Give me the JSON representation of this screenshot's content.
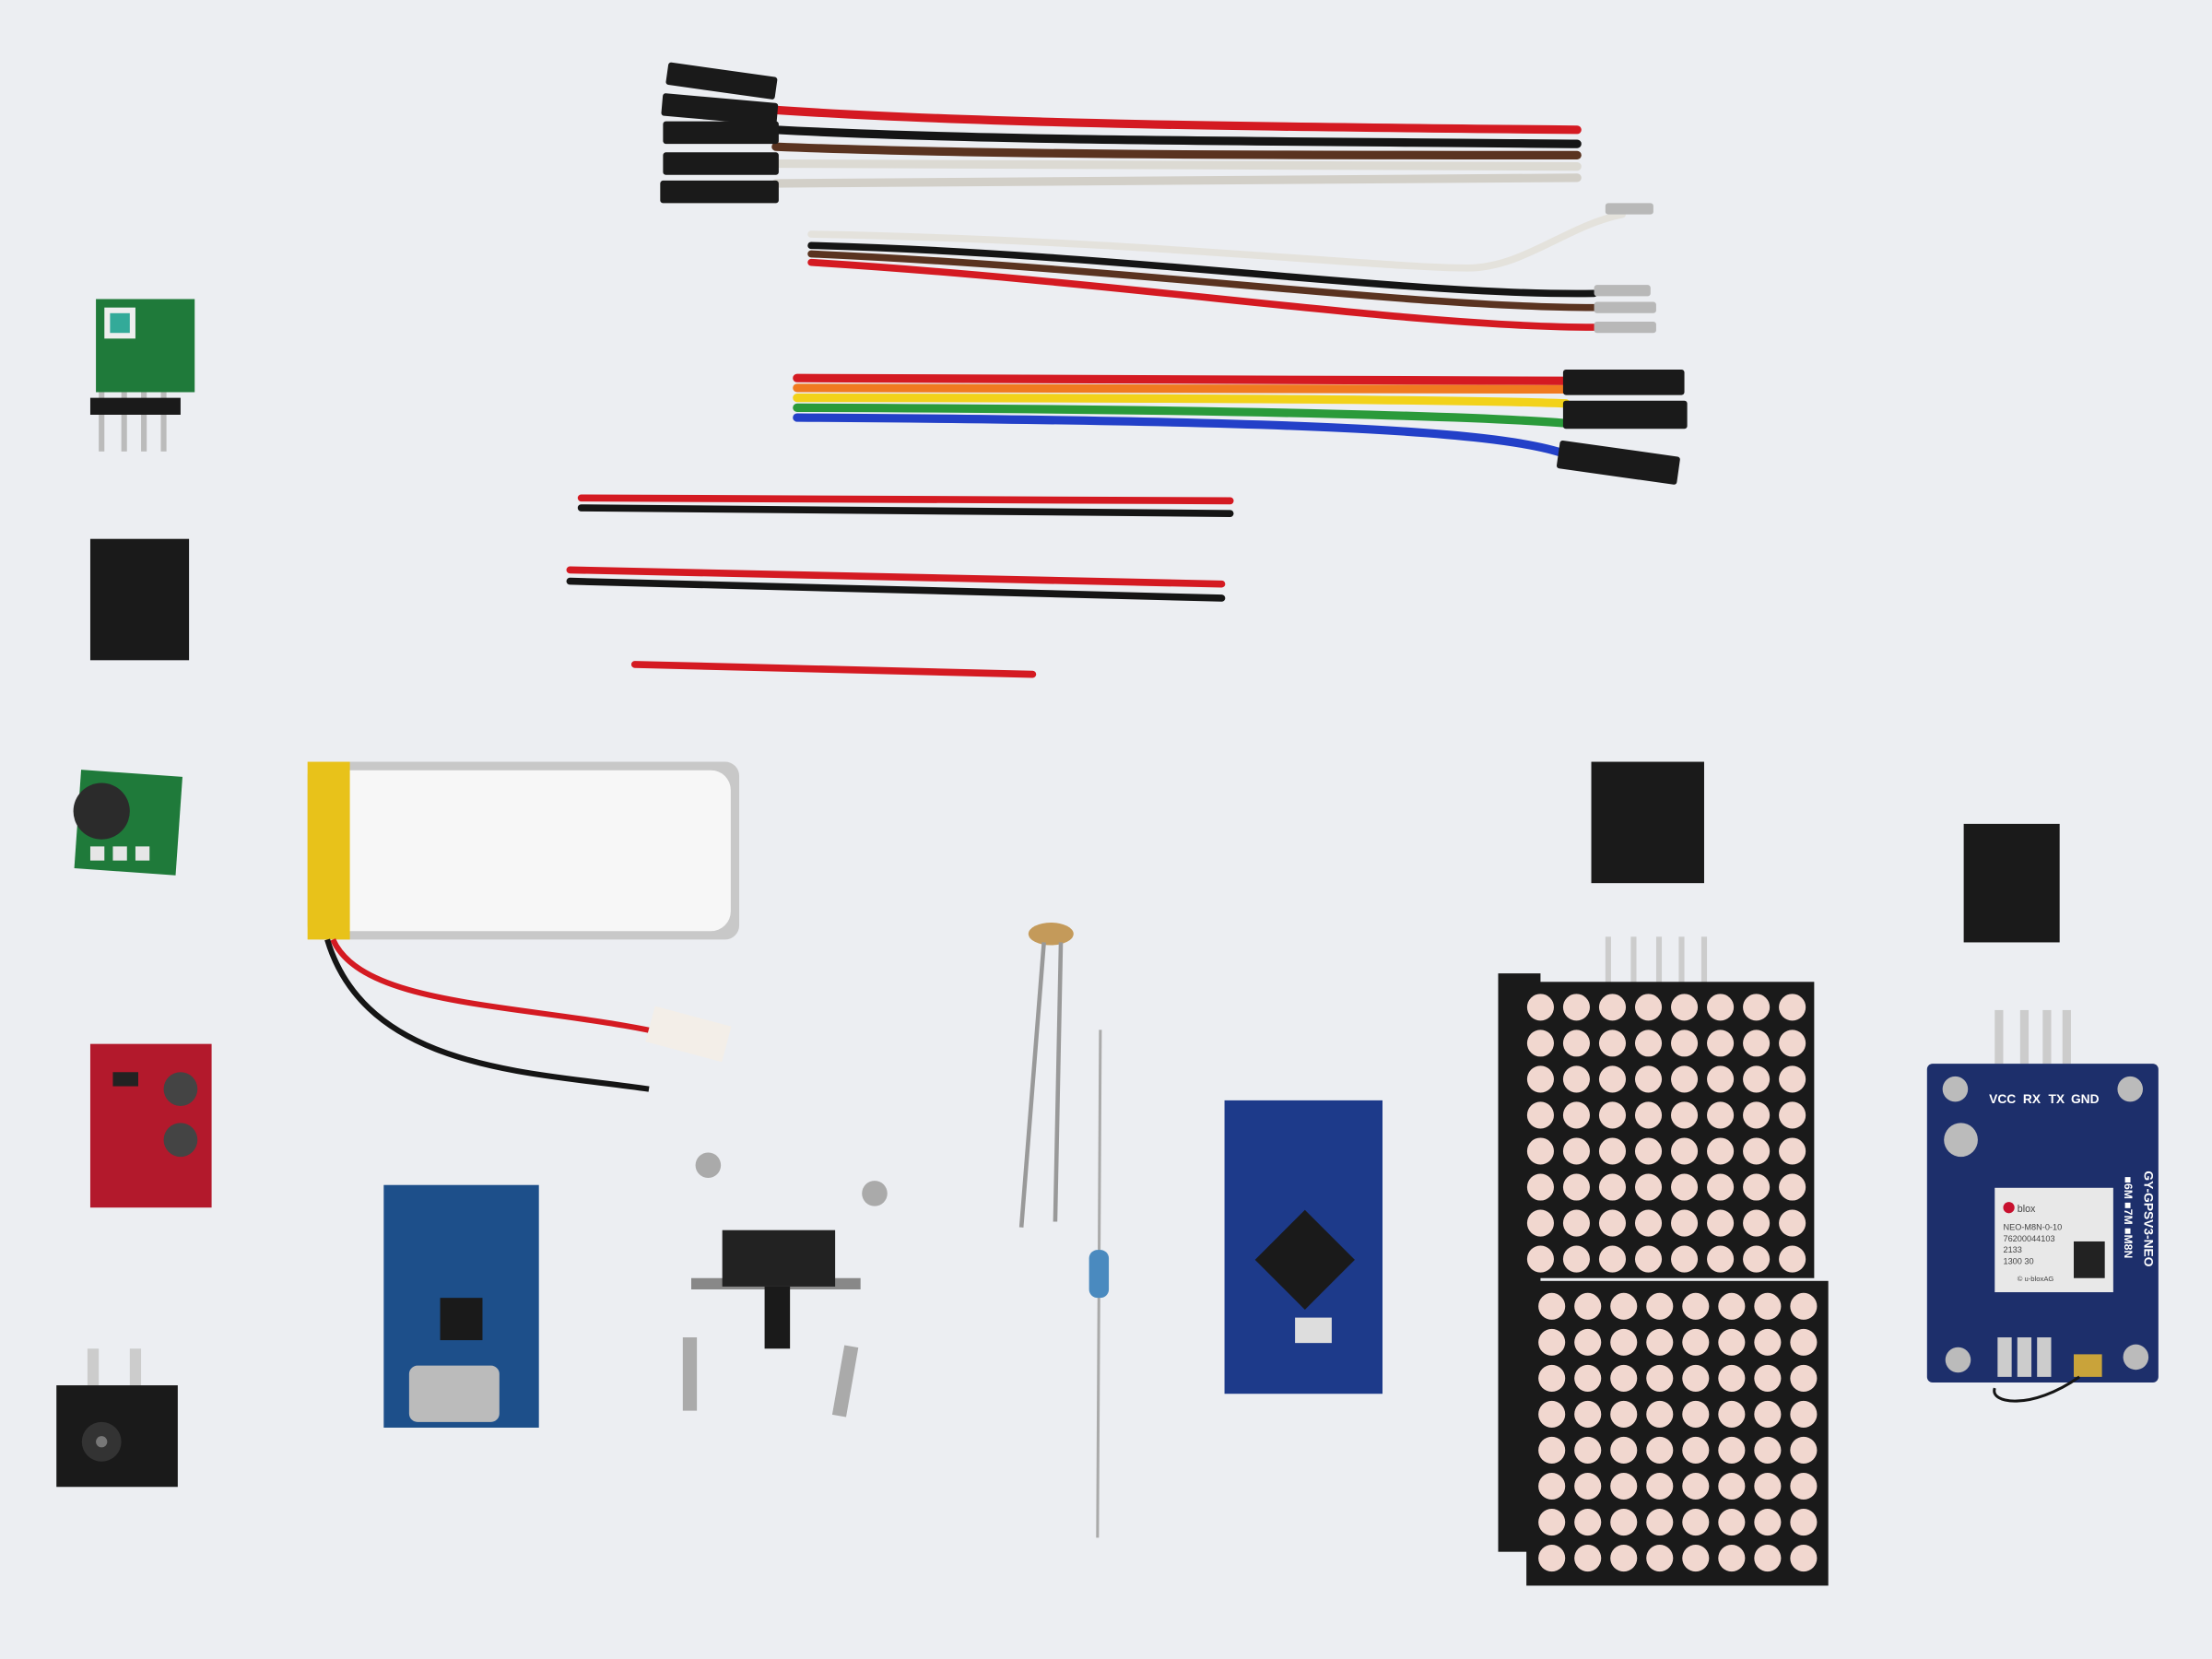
{
  "gps_module": {
    "pin_labels": [
      "VCC",
      "RX",
      "TX",
      "GND"
    ],
    "board_name": "GY-GPSV3-NEO",
    "variant_options": "■6M ■7M ■M8N",
    "chip_brand": "blox",
    "chip_model": "NEO-M8N-0-10",
    "chip_serial": "76200044103",
    "chip_line3": "2133",
    "chip_line4": "1300 30",
    "chip_footer": "© u-bloxAG"
  },
  "colors": {
    "background": "#eceef2",
    "pcb_blue": "#1d2f6b",
    "pcb_green": "#1f7a3a",
    "pcb_red": "#b3192c",
    "header_black": "#1a1a1a",
    "wire_red": "#d41a22",
    "wire_black": "#151515",
    "wire_brown": "#5a3320",
    "wire_white": "#e4e2dc",
    "wire_orange": "#f07a20",
    "wire_yellow": "#f2d21a",
    "wire_green": "#2a9a3a",
    "wire_blue": "#2340c8",
    "led_matrix_dot": "#f1d7cf"
  }
}
